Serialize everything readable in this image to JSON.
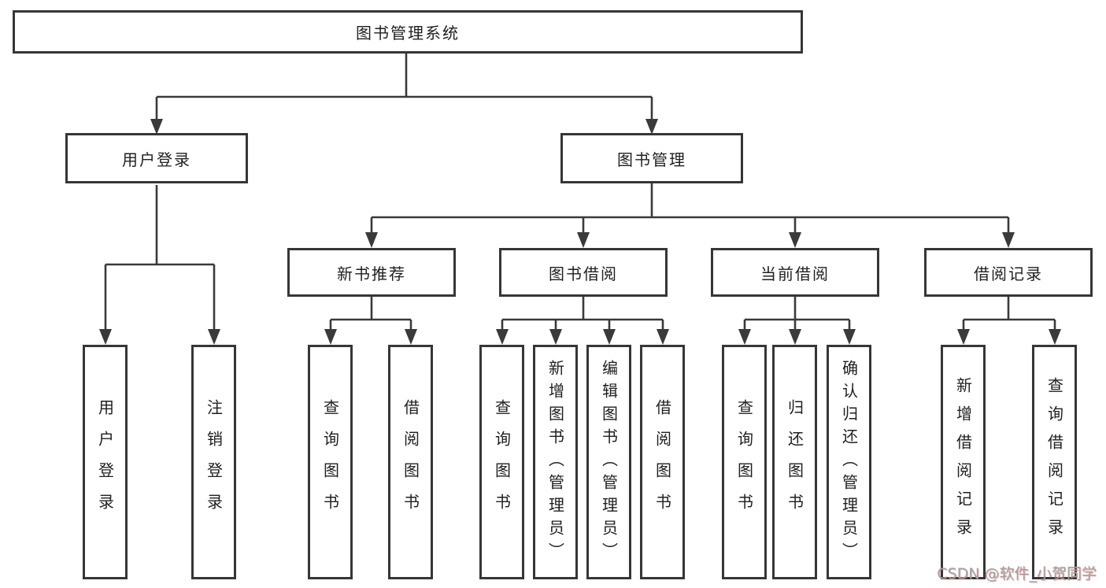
{
  "diagram": {
    "title": "图书管理系统",
    "level2": [
      {
        "label": "用户登录"
      },
      {
        "label": "图书管理"
      }
    ],
    "level3": [
      {
        "label": "新书推荐",
        "parent": "图书管理"
      },
      {
        "label": "图书借阅",
        "parent": "图书管理"
      },
      {
        "label": "当前借阅",
        "parent": "图书管理"
      },
      {
        "label": "借阅记录",
        "parent": "图书管理"
      }
    ],
    "leaves": [
      {
        "label": "用户登录",
        "parent": "用户登录"
      },
      {
        "label": "注销登录",
        "parent": "用户登录"
      },
      {
        "label": "查询图书",
        "parent": "新书推荐"
      },
      {
        "label": "借阅图书",
        "parent": "新书推荐"
      },
      {
        "label": "查询图书",
        "parent": "图书借阅"
      },
      {
        "label": "新增图书（管理员）",
        "parent": "图书借阅"
      },
      {
        "label": "编辑图书（管理员）",
        "parent": "图书借阅"
      },
      {
        "label": "借阅图书",
        "parent": "图书借阅"
      },
      {
        "label": "查询图书",
        "parent": "当前借阅"
      },
      {
        "label": "归还图书",
        "parent": "当前借阅"
      },
      {
        "label": "确认归还（管理员）",
        "parent": "当前借阅"
      },
      {
        "label": "新增借阅记录",
        "parent": "借阅记录"
      },
      {
        "label": "查询借阅记录",
        "parent": "借阅记录"
      }
    ]
  },
  "watermark": {
    "text": "CSDN @软件_小贺同学"
  },
  "colors": {
    "line": "#3a3a3a",
    "box_border": "#363636",
    "text": "#1f1f1f",
    "background": "#ffffff",
    "watermark": "#a3a3a3"
  }
}
